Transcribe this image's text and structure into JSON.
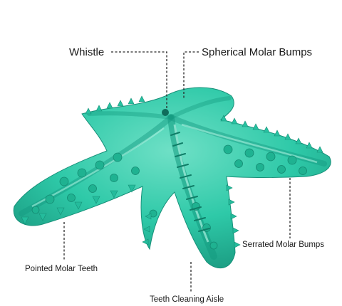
{
  "product": {
    "name": "starfish-dog-chew-toy",
    "color": "#2ec9a8",
    "color_dark": "#1e9c82",
    "color_light": "#7fe3cc"
  },
  "callouts": {
    "whistle": "Whistle",
    "spherical_molar_bumps": "Spherical Molar Bumps",
    "serrated_molar_bumps": "Serrated Molar Bumps",
    "pointed_molar_teeth": "Pointed Molar Teeth",
    "teeth_cleaning_aisle": "Teeth Cleaning Aisle"
  }
}
